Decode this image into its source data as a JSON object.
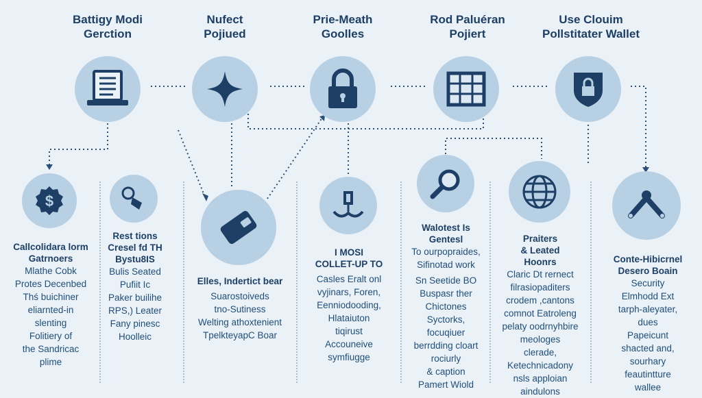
{
  "top_steps": [
    {
      "title": [
        "Battigy Modi",
        "Gerction"
      ],
      "icon": "laptop-icon"
    },
    {
      "title": [
        "Nufect",
        "Pojiued"
      ],
      "icon": "sparkle-icon"
    },
    {
      "title": [
        "Prie-Meath",
        "Goolles"
      ],
      "icon": "padlock-icon"
    },
    {
      "title": [
        "Rod Paluéran",
        "Pojiert"
      ],
      "icon": "grid-table-icon"
    },
    {
      "title": [
        "Use Clouim",
        "Pollstitater Wallet"
      ],
      "icon": "shield-lock-icon"
    }
  ],
  "bottom_cols": [
    {
      "icon": "dollar-badge-icon",
      "title": [
        "Callcolidara lorm",
        "Gatrnoers"
      ],
      "body": [
        "Mlathe Cobk",
        "Protes Decenbed",
        "Thś buichiner",
        "eliarnted-in",
        "slenting",
        "Folitiery of",
        "the Sandricac",
        "plime"
      ]
    },
    {
      "icon": "tag-key-icon",
      "title": [
        "Rest tions",
        "Cresel fd TH",
        "Bystu8IS"
      ],
      "body": [
        "Bulis Seated",
        "Pufiit Ic",
        "Paker builihe",
        "RPS,) Leater",
        "Fany pinesc",
        "Hoolleic"
      ]
    },
    {
      "icon": "wallet-card-icon",
      "title": [
        "Elles, Indertict bear"
      ],
      "body": [
        "Suarostoiveds",
        "tno-Sutiness",
        "Welting athoxtenient",
        "TpelkteyapC Boar"
      ]
    },
    {
      "icon": "balance-handshake-icon",
      "title": [
        "I MOSI",
        "COLLET-UP TO"
      ],
      "body": [
        "Casles Eralt onl",
        "vyjinars, Foren,",
        "Eenniodooding,",
        "Hlataiuton",
        "tiqirust",
        "Accouneive",
        "symfiugge"
      ]
    },
    {
      "icon": "magnifier-icon",
      "title": [
        "Walotest Is",
        "Gentesl"
      ],
      "body": [
        "To ourpopraides,",
        "Sifinotad work",
        "Sn Seetide BO",
        "Buspasr ther",
        "Chictones",
        "Syctorks,",
        "focuqiuer",
        "berrdding cloart",
        "rociurly",
        "& caption",
        "Pamert Wiold"
      ]
    },
    {
      "icon": "globe-icon",
      "title": [
        "Praiters",
        "& Leated",
        "Hoonrs"
      ],
      "body": [
        "Claric Dt rernect",
        "filrasiopaditers",
        "crodem ,cantons",
        "comnot Eatroleng",
        "pelaty oodrnyhbire",
        "meologes",
        "clerade,",
        "Ketechnicadony",
        "nsls apploian",
        "aindulons"
      ]
    },
    {
      "icon": "wrench-tools-icon",
      "title": [
        "Conte-Hibicrnel",
        "Desero Boain"
      ],
      "body": [
        "Security",
        "Elmhodd Ext",
        "tarph-aleyater,",
        "dues",
        "Papeicunt",
        "shacted and,",
        "sourhary",
        "feautintture",
        "wallee"
      ]
    }
  ],
  "colors": {
    "background": "#eaf1f7",
    "circle": "#b7d0e4",
    "icon": "#1d3f66",
    "text": "#1f4e7a"
  }
}
